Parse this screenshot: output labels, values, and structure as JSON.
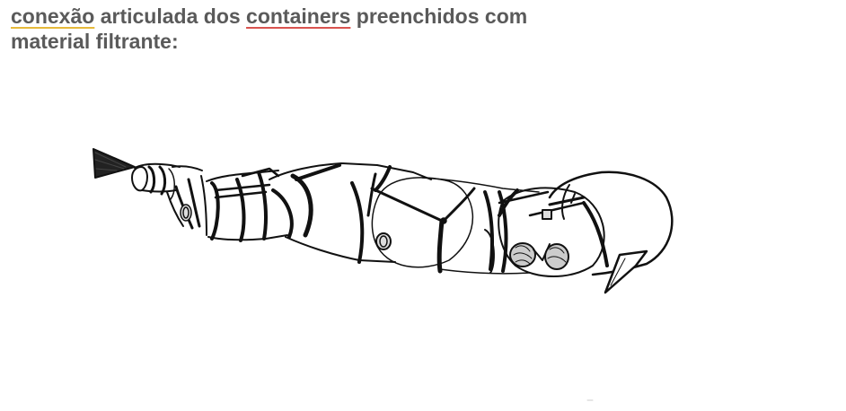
{
  "heading": {
    "w1": "conexão",
    "w2": " articulada dos ",
    "w3": "containers",
    "w4": " preenchidos com",
    "line2": "material filtrante:"
  },
  "colors": {
    "heading_text": "#5a5a5a",
    "spell_underline_1": "#e6b93a",
    "spell_underline_2": "#d9534f",
    "ink": "#111111"
  },
  "figure": {
    "subject": "hand-drawn sketch of articulated connected containers"
  }
}
